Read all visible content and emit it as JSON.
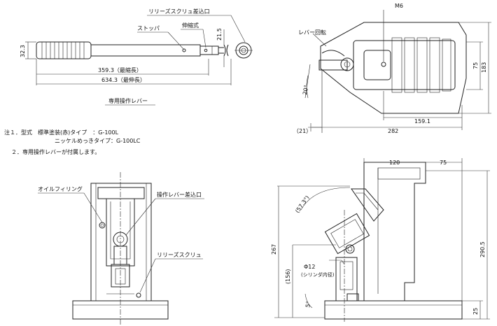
{
  "labels": {
    "release_screw_insert": "リリーズスクリュ差込口",
    "stopper": "ストッパ",
    "telescopic": "伸縮式",
    "dim_21_5": "21.5",
    "dim_32_3": "32.3",
    "dim_min_len": "359.3（最縮長）",
    "dim_max_len": "634.3（最伸長）",
    "lever_caption": "専用操作レバー",
    "m6": "M6",
    "lever_rotation": "レバー回転",
    "dim_20deg": "20°",
    "dim_75_side": "75",
    "dim_183": "183",
    "dim_159_1": "159.1",
    "dim_21_paren": "（21）",
    "dim_282": "282",
    "oil_filling": "オイルフィリング",
    "lever_insert": "操作レバー差込口",
    "release_screw": "リリーズスクリュ",
    "dim_120": "120",
    "dim_75_top": "75",
    "dim_57_3": "(57.3°)",
    "dim_267": "267",
    "dim_290_5": "290.5",
    "dim_156": "(156)",
    "dim_phi12": "Φ12",
    "cylinder_inner": "(シリンダ内径)",
    "dim_5deg": "5°",
    "dim_25": "25"
  },
  "notes": {
    "line1": "注１．型式　標準塗装(赤)タイプ　：G-100L",
    "line2": "ニッケルめっきタイプ：G-100LC",
    "line3": "２．専用操作レバーが付属します。"
  }
}
